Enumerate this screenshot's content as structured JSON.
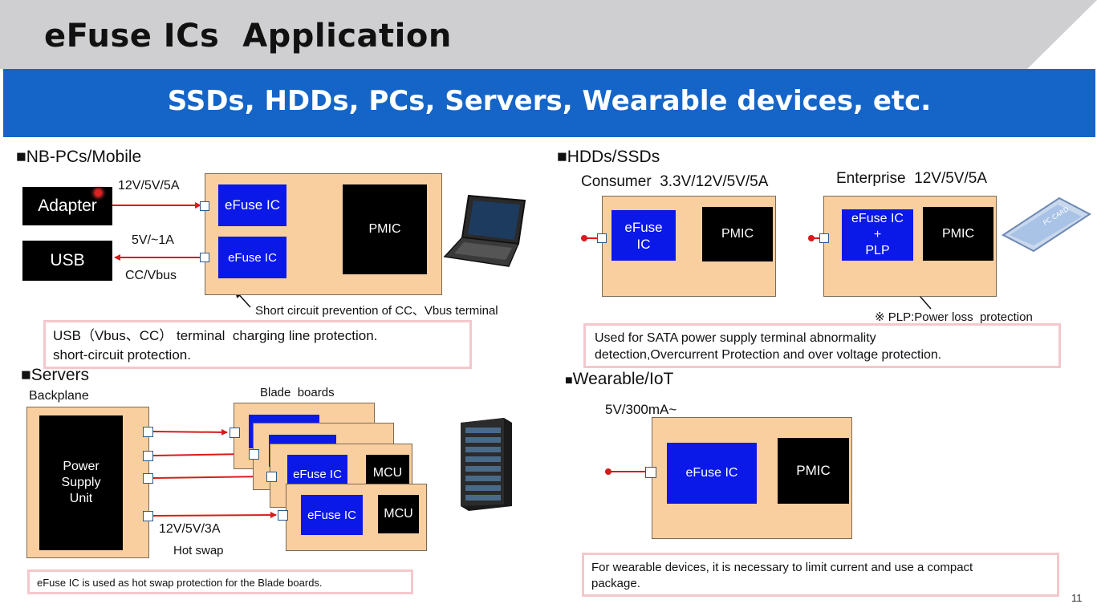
{
  "header": {
    "title": "eFuse ICs  Application",
    "banner": "SSDs, HDDs, PCs, Servers, Wearable devices, etc.",
    "page_number": "11"
  },
  "nbpc": {
    "heading": "NB-PCs/Mobile",
    "adapter": "Adapter",
    "usb": "USB",
    "in_spec": "12V/5V/5A",
    "out_spec": "5V/~1A",
    "ccvbus": "CC/Vbus",
    "efuse_top": "eFuse IC",
    "efuse_bottom": "eFuse IC",
    "pmic": "PMIC",
    "callout": "Short circuit prevention of CC、Vbus terminal",
    "note_line1": "USB（Vbus、CC） terminal  charging line protection.",
    "note_line2": "short-circuit protection."
  },
  "hdd": {
    "heading": "HDDs/SSDs",
    "consumer": "Consumer  3.3V/12V/5V/5A",
    "enterprise": "Enterprise  12V/5V/5A",
    "consumer_efuse_1": "eFuse",
    "consumer_efuse_2": "IC",
    "consumer_pmic": "PMIC",
    "ent_efuse_1": "eFuse IC",
    "ent_efuse_2": "+",
    "ent_efuse_3": "PLP",
    "ent_pmic": "PMIC",
    "card_label": "PC CARD",
    "plp_note": "※ PLP:Power loss  protection",
    "note_line1": "Used for SATA power supply terminal abnormality",
    "note_line2": "detection,Overcurrent Protection and over voltage protection."
  },
  "servers": {
    "heading": "Servers",
    "backplane": "Backplane",
    "blade_boards": "Blade  boards",
    "psu_1": "Power",
    "psu_2": "Supply",
    "psu_3": "Unit",
    "efuse_a": "eFuse IC",
    "mcu_a": "MCU",
    "efuse_b": "eFuse IC",
    "mcu_b": "MCU",
    "spec": "12V/5V/3A",
    "hot_swap": "Hot swap",
    "note": "eFuse IC is used as hot swap protection for the Blade boards."
  },
  "wearable": {
    "heading": "Wearable/IoT",
    "spec": "5V/300mA~",
    "efuse": "eFuse IC",
    "pmic": "PMIC",
    "note_line1": "For wearable devices, it is necessary to limit current and use a compact",
    "note_line2": "package."
  }
}
